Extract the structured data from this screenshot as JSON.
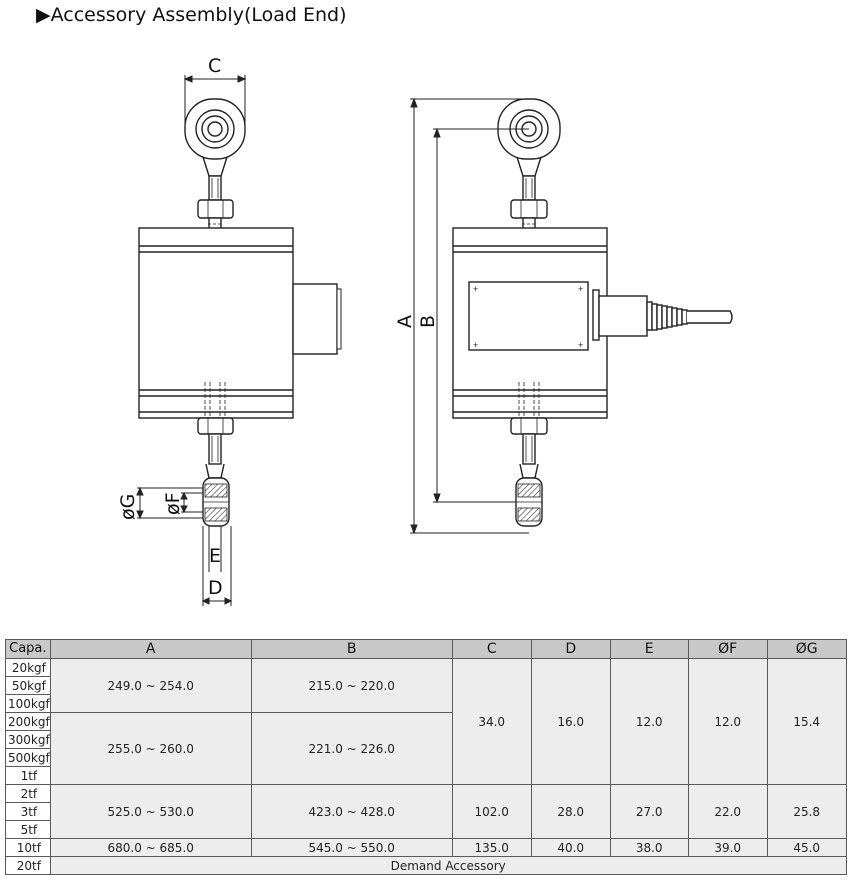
{
  "title": "▶Accessory Assembly(Load End)",
  "dimension_labels": {
    "a": "A",
    "b": "B",
    "c": "C",
    "d": "D",
    "e": "E",
    "f": "øF",
    "g": "øG"
  },
  "table": {
    "headers": [
      "Capa.",
      "A",
      "B",
      "C",
      "D",
      "E",
      "ØF",
      "ØG"
    ],
    "group1": {
      "capas": [
        "20kgf",
        "50kgf",
        "100kgf"
      ],
      "A": "249.0 ~ 254.0",
      "B": "215.0 ~ 220.0"
    },
    "group2": {
      "capas": [
        "200kgf",
        "300kgf",
        "500kgf",
        "1tf"
      ],
      "A": "255.0 ~ 260.0",
      "B": "221.0 ~ 226.0"
    },
    "group12_shared": {
      "C": "34.0",
      "D": "16.0",
      "E": "12.0",
      "F": "12.0",
      "G": "15.4"
    },
    "group3": {
      "capas": [
        "2tf",
        "3tf",
        "5tf"
      ],
      "A": "525.0 ~ 530.0",
      "B": "423.0 ~ 428.0",
      "C": "102.0",
      "D": "28.0",
      "E": "27.0",
      "F": "22.0",
      "G": "25.8"
    },
    "row_10tf": {
      "capa": "10tf",
      "A": "680.0 ~ 685.0",
      "B": "545.0 ~ 550.0",
      "C": "135.0",
      "D": "40.0",
      "E": "38.0",
      "F": "39.0",
      "G": "45.0"
    },
    "row_20tf": {
      "capa": "20tf",
      "note": "Demand Accessory"
    }
  }
}
